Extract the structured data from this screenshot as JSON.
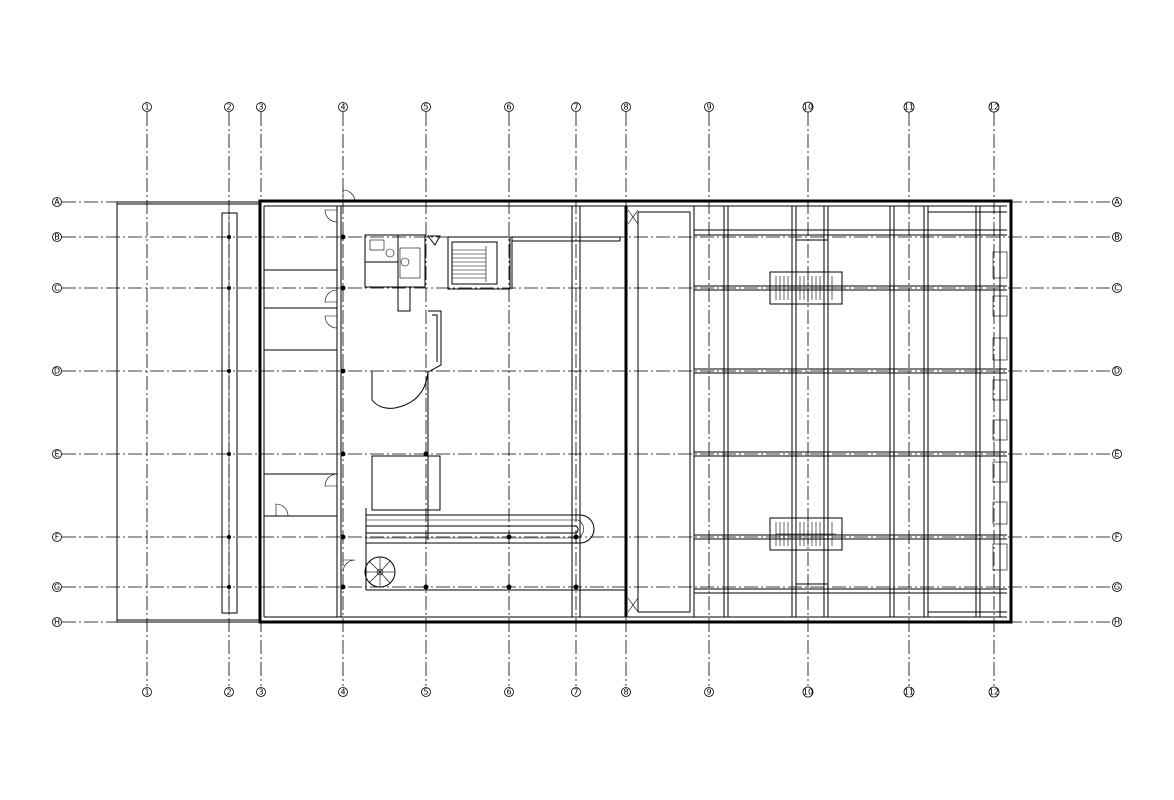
{
  "grid": {
    "columns": [
      "1",
      "2",
      "3",
      "4",
      "5",
      "6",
      "7",
      "8",
      "9",
      "10",
      "11",
      "12"
    ],
    "rows": [
      "A",
      "B",
      "C",
      "D",
      "E",
      "F",
      "G",
      "H"
    ]
  }
}
